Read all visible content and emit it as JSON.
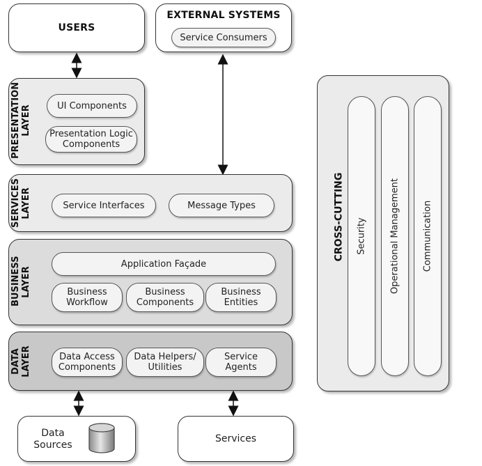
{
  "users": {
    "title": "USERS"
  },
  "external": {
    "title": "EXTERNAL SYSTEMS",
    "item": "Service Consumers"
  },
  "presentation": {
    "title_line1": "PRESENTATION",
    "title_line2": "LAYER",
    "items": [
      "UI Components",
      "Presentation Logic",
      "Components"
    ]
  },
  "services_layer": {
    "title_line1": "SERVICES",
    "title_line2": "LAYER",
    "items": [
      "Service Interfaces",
      "Message Types"
    ]
  },
  "business": {
    "title_line1": "BUSINESS",
    "title_line2": "LAYER",
    "facade": "Application Façade",
    "items": [
      {
        "line1": "Business",
        "line2": "Workflow"
      },
      {
        "line1": "Business",
        "line2": "Components"
      },
      {
        "line1": "Business",
        "line2": "Entities"
      }
    ]
  },
  "data_layer": {
    "title_line1": "DATA",
    "title_line2": "LAYER",
    "items": [
      {
        "line1": "Data Access",
        "line2": "Components"
      },
      {
        "line1": "Data Helpers/",
        "line2": "Utilities"
      },
      {
        "line1": "Service",
        "line2": "Agents"
      }
    ]
  },
  "cross_cutting": {
    "title": "CROSS-CUTTING",
    "items": [
      "Security",
      "Operational Management",
      "Communication"
    ]
  },
  "data_sources": {
    "line1": "Data",
    "line2": "Sources"
  },
  "services_box": {
    "label": "Services"
  }
}
